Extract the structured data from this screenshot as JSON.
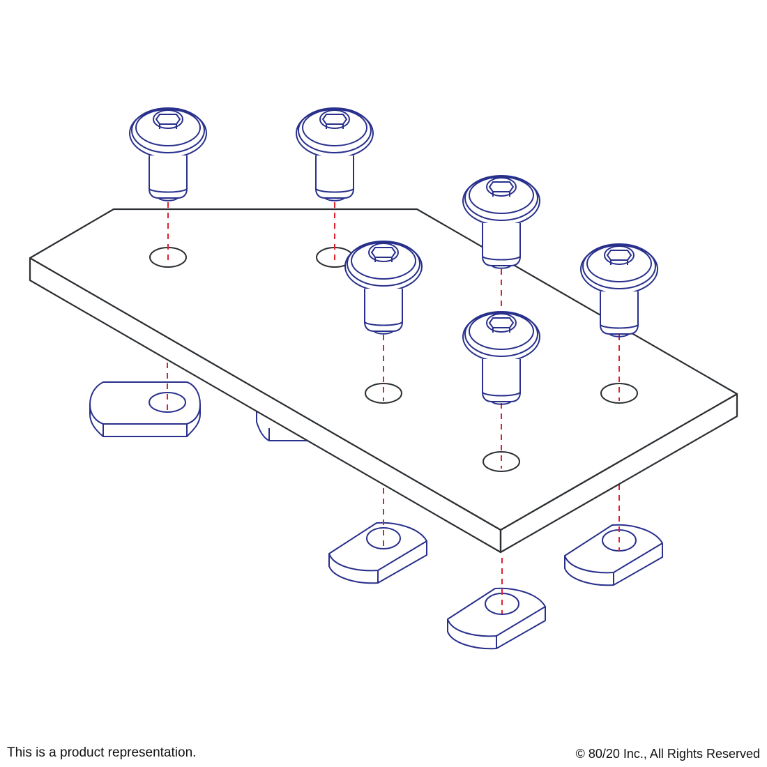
{
  "footer": {
    "disclaimer": "This is a product representation.",
    "copyright": "© 80/20 Inc., All Rights Reserved"
  },
  "colors": {
    "plate_outline": "#2b2f33",
    "fastener_outline": "#28308c",
    "axis_line": "#e0202e"
  },
  "parts": {
    "plate": 1,
    "button_head_screws": 6,
    "t_nuts": 6
  }
}
